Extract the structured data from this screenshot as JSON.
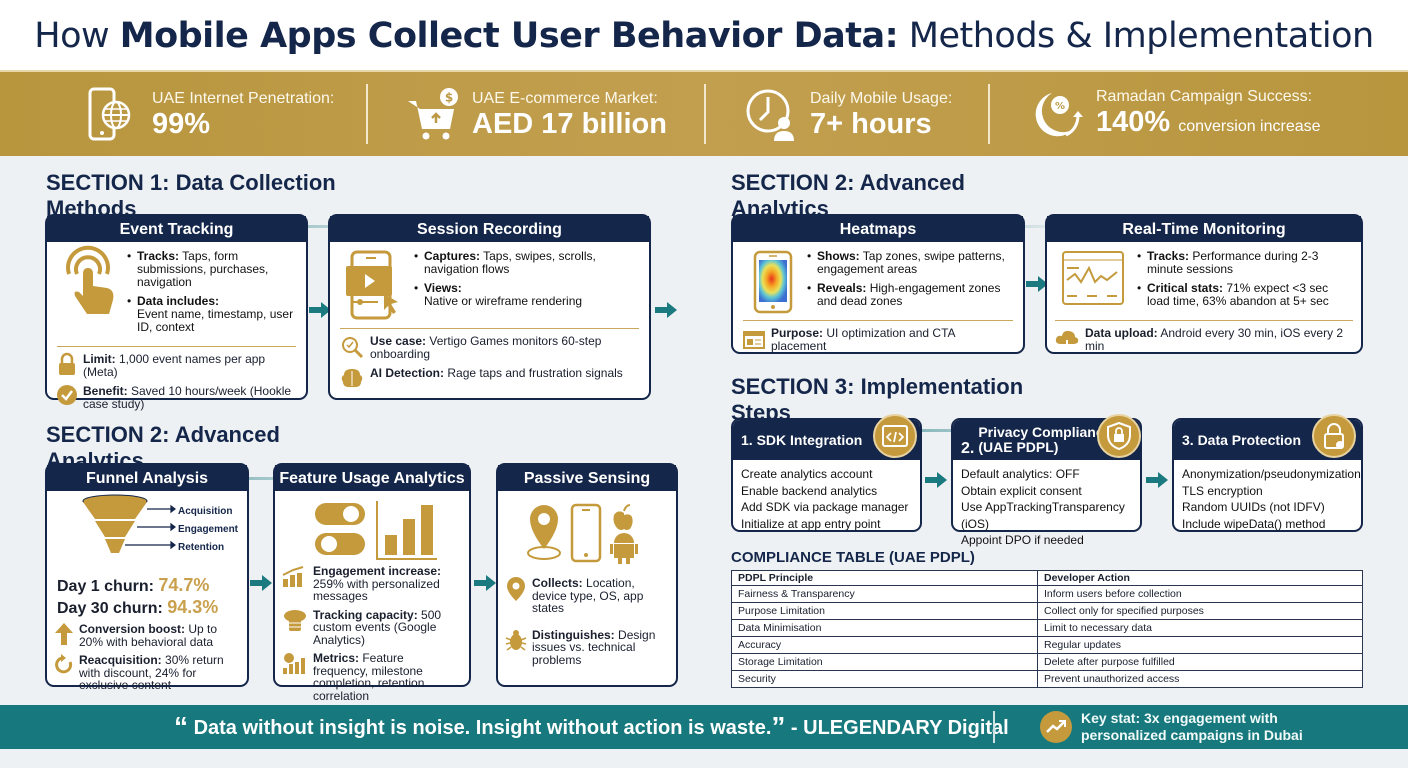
{
  "title": {
    "prefix": "How ",
    "bold": "Mobile Apps Collect User Behavior Data:",
    "suffix": " Methods & Implementation"
  },
  "stats": [
    {
      "icon": "smartphone-globe-icon",
      "label": "UAE Internet Penetration:",
      "value": "99%",
      "note": ""
    },
    {
      "icon": "shopping-cart-dollar-icon",
      "label": "UAE E-commerce Market:",
      "value": "AED 17 billion",
      "note": ""
    },
    {
      "icon": "clock-user-icon",
      "label": "Daily Mobile Usage:",
      "value": "7+ hours",
      "note": ""
    },
    {
      "icon": "crescent-percent-icon",
      "label": "Ramadan Campaign Success:",
      "value": "140%",
      "note": "conversion increase"
    }
  ],
  "section1": {
    "title": "SECTION 1: Data Collection Methods",
    "event_tracking": {
      "title": "Event Tracking",
      "bullets": [
        {
          "k": "Tracks:",
          "v": " Taps, form submissions, purchases, navigation"
        },
        {
          "k": "Data includes:",
          "v": "Event name, timestamp, user ID, context"
        }
      ],
      "notes": [
        {
          "icon": "lock-icon",
          "k": "Limit:",
          "v": " 1,000 event names per app (Meta)"
        },
        {
          "icon": "check-circle-icon",
          "k": "Benefit:",
          "v": " Saved 10 hours/week (Hookle case study)"
        }
      ]
    },
    "session_recording": {
      "title": "Session Recording",
      "bullets": [
        {
          "k": "Captures:",
          "v": " Taps, swipes, scrolls, navigation flows"
        },
        {
          "k": "Views:",
          "v": "Native or wireframe rendering"
        }
      ],
      "notes": [
        {
          "icon": "magnifier-icon",
          "k": "Use case:",
          "v": " Vertigo Games monitors 60-step onboarding"
        },
        {
          "icon": "brain-ai-icon",
          "k": "AI Detection:",
          "v": " Rage taps and frustration signals"
        }
      ]
    }
  },
  "section2_left": {
    "title": "SECTION 2: Advanced Analytics",
    "funnel": {
      "title": "Funnel Analysis",
      "stages": [
        "Acquisition",
        "Engagement",
        "Retention"
      ],
      "day1_label": "Day 1 churn: ",
      "day1_value": "74.7%",
      "day30_label": "Day 30 churn: ",
      "day30_value": "94.3%",
      "notes": [
        {
          "icon": "arrow-up-icon",
          "k": "Conversion boost:",
          "v": " Up to 20% with behavioral data"
        },
        {
          "icon": "refresh-icon",
          "k": "Reacquisition:",
          "v": " 30% return with discount, 24% for exclusive content"
        }
      ]
    },
    "feature_usage": {
      "title": "Feature Usage Analytics",
      "notes": [
        {
          "icon": "growth-chart-icon",
          "k": "Engagement increase:",
          "v": " 259% with personalized messages"
        },
        {
          "icon": "cloud-database-icon",
          "k": "Tracking capacity:",
          "v": " 500 custom events (Google Analytics)"
        },
        {
          "icon": "metrics-icon",
          "k": "Metrics:",
          "v": " Feature frequency, milestone completion, retention correlation"
        }
      ]
    },
    "passive_sensing": {
      "title": "Passive Sensing",
      "notes": [
        {
          "icon": "location-pin-icon",
          "k": "Collects:",
          "v": " Location, device type, OS, app states"
        },
        {
          "icon": "bug-icon",
          "k": "Distinguishes:",
          "v": " Design issues vs. technical problems"
        }
      ]
    }
  },
  "section2_right": {
    "title": "SECTION 2: Advanced Analytics",
    "heatmaps": {
      "title": "Heatmaps",
      "bullets": [
        {
          "k": "Shows:",
          "v": " Tap zones, swipe patterns, engagement areas"
        },
        {
          "k": "Reveals:",
          "v": " High-engagement zones and dead zones"
        }
      ],
      "note": {
        "icon": "webpage-icon",
        "k": "Purpose:",
        "v": " UI optimization and CTA placement"
      }
    },
    "realtime": {
      "title": "Real-Time Monitoring",
      "bullets": [
        {
          "k": "Tracks:",
          "v": " Performance during 2-3 minute sessions"
        },
        {
          "k": "Critical stats:",
          "v": " 71% expect <3 sec load time, 63% abandon at 5+ sec"
        }
      ],
      "note": {
        "icon": "cloud-download-icon",
        "k": "Data upload:",
        "v": " Android every 30 min, iOS every 2 min"
      }
    }
  },
  "section3": {
    "title": "SECTION 3: Implementation Steps",
    "steps": [
      {
        "title": "1. SDK Integration",
        "icon": "code-window-icon",
        "items": [
          "Create analytics account",
          "Enable backend analytics",
          "Add SDK via package manager",
          "Initialize at app entry point"
        ]
      },
      {
        "title": "2. Privacy Compliance (UAE PDPL)",
        "title_a": "2.",
        "title_b": "Privacy Compliance",
        "title_c": "(UAE PDPL)",
        "icon": "shield-lock-icon",
        "items": [
          "Default analytics: OFF",
          "Obtain explicit consent",
          "Use AppTrackingTransparency (iOS)",
          "Appoint DPO if needed"
        ]
      },
      {
        "title": "3. Data Protection",
        "icon": "padlock-check-icon",
        "items": [
          "Anonymization/pseudonymization",
          "TLS encryption",
          "Random UUIDs (not IDFV)",
          "Include wipeData() method"
        ]
      }
    ]
  },
  "compliance": {
    "title": "COMPLIANCE TABLE (UAE PDPL)",
    "headers": [
      "PDPL Principle",
      "Developer Action"
    ],
    "rows": [
      [
        "Fairness & Transparency",
        "Inform users before collection"
      ],
      [
        "Purpose Limitation",
        "Collect only for specified purposes"
      ],
      [
        "Data Minimisation",
        "Limit to necessary data"
      ],
      [
        "Accuracy",
        "Regular updates"
      ],
      [
        "Storage Limitation",
        "Delete after purpose fulfilled"
      ],
      [
        "Security",
        "Prevent unauthorized access"
      ]
    ]
  },
  "footer": {
    "open_quote": "“",
    "quote": "Data without insight is noise. Insight without action is waste.",
    "close_quote": "”",
    "attribution": " - ULEGENDARY Digital",
    "key_stat_line1": "Key stat: 3x engagement with",
    "key_stat_line2": "personalized campaigns in Dubai"
  },
  "colors": {
    "navy": "#14264a",
    "gold": "#c49a3c",
    "teal": "#17797d",
    "banner": "#bc9a45",
    "highlight": "#c9a14e"
  }
}
